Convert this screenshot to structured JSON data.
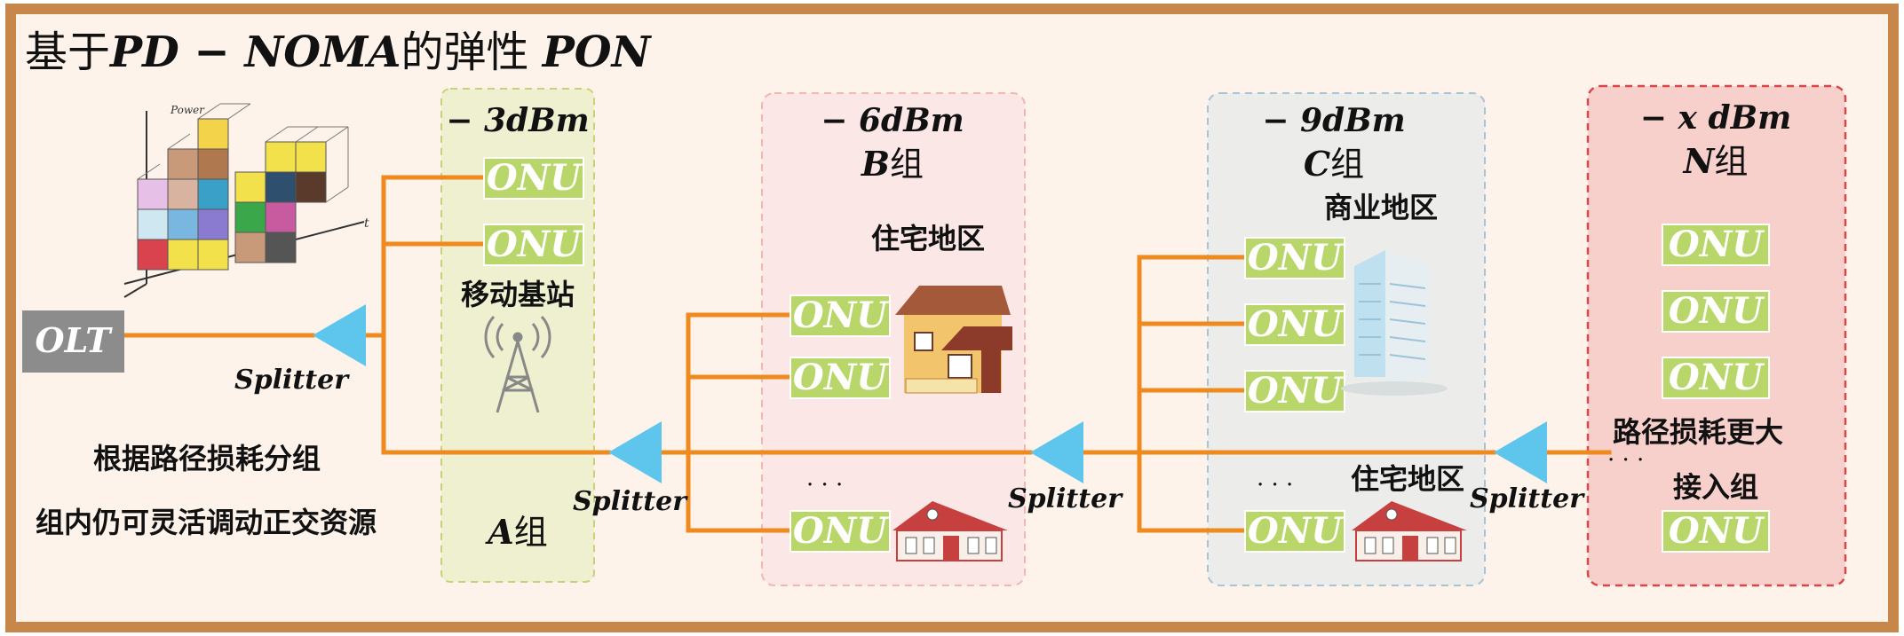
{
  "title": {
    "prefix": "基于",
    "formula": "PD − NOMA",
    "middle": "的弹性 ",
    "pon": "PON"
  },
  "olt_label": "OLT",
  "splitter_label": "Splitter",
  "onu_label": "ONU",
  "ellipsis": "· · ·",
  "notes": {
    "line1": "根据路径损耗分组",
    "line2": "组内仍可灵活调动正交资源"
  },
  "cube_axes": {
    "power": "Power",
    "t": "t"
  },
  "groups": {
    "a": {
      "power": "− 3dBm",
      "name_letter": "A",
      "name_suffix": "组",
      "site": "移动基站"
    },
    "b": {
      "power": "− 6dBm",
      "name_letter": "B",
      "name_suffix": "组",
      "site": "住宅地区"
    },
    "c": {
      "power": "− 9dBm",
      "name_letter": "C",
      "name_suffix": "组",
      "site": "商业地区",
      "site2": "住宅地区"
    },
    "n": {
      "power": "− x dBm",
      "name_letter": "N",
      "name_suffix": "组",
      "note1": "路径损耗更大",
      "note2": "接入组"
    }
  },
  "colors": {
    "frame": "#c8874a",
    "background": "#fdf3ea",
    "fiber": "#ef8a1e",
    "splitter": "#5ec6ec",
    "onu": "#b9d66b",
    "olt": "#8c8c8c",
    "group_a": "#eef0cf",
    "group_b": "#fbe7e6",
    "group_c": "#ececea",
    "group_n": "#f7cfcb"
  }
}
